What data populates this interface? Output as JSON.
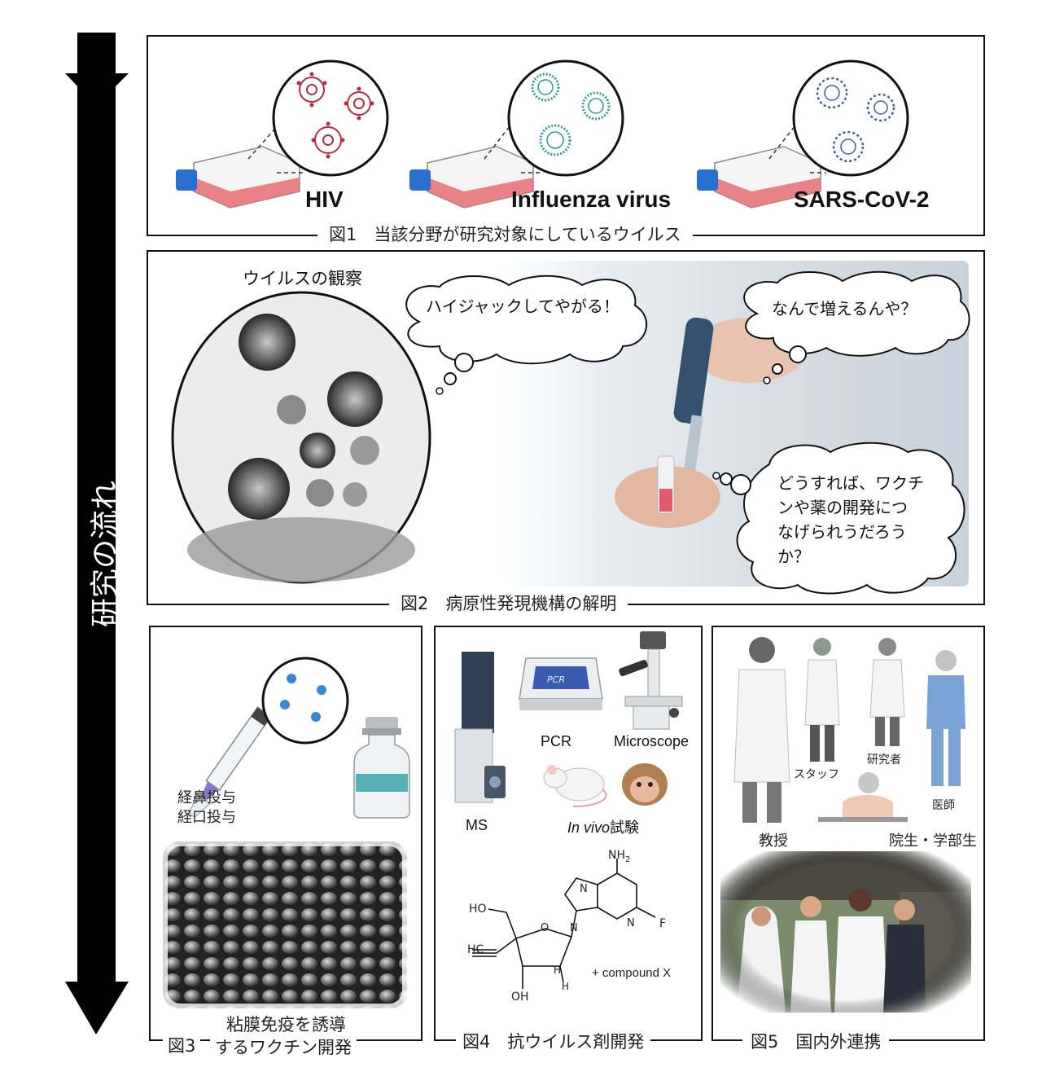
{
  "flow": {
    "label": "研究の流れ"
  },
  "fig1": {
    "caption": "図1　当該分野が研究対象にしているウイルス",
    "viruses": [
      "HIV",
      "Influenza virus",
      "SARS-CoV-2"
    ]
  },
  "fig2": {
    "caption": "図2　病原性発現機構の解明",
    "observation_label": "ウイルスの観察",
    "bubbles": {
      "hijack": "ハイジャックしてやがる！",
      "why": "なんで増えるんや？",
      "vaccine_lines": [
        "どうすれば、ワクチ",
        "ンや薬の開発につ",
        "なげられうだろう",
        "か？"
      ]
    }
  },
  "fig3": {
    "caption_prefix": "図3",
    "caption_lines": [
      "粘膜免疫を誘導",
      "するワクチン開発"
    ],
    "route_lines": [
      "経鼻投与",
      "経口投与"
    ]
  },
  "fig4": {
    "caption": "図4　抗ウイルス剤開発",
    "labels": {
      "pcr": "PCR",
      "microscope": "Microscope",
      "ms": "MS",
      "invivo_italic": "In vivo",
      "invivo_rest": "試験"
    },
    "pcr_screen": "PCR",
    "chem": {
      "nh2": "NH",
      "nh2_sub": "2",
      "f": "F",
      "ho": "HO",
      "oh": "OH",
      "hc": "HC",
      "o": "O",
      "n": "N",
      "h": "H",
      "compound": "+ compound X"
    }
  },
  "fig5": {
    "caption": "図5　国内外連携",
    "roles": {
      "professor": "教授",
      "staff": "スタッフ",
      "researcher": "研究者",
      "doctor": "医師",
      "students": "院生・学部生"
    }
  },
  "colors": {
    "hiv": "#b03040",
    "flu": "#2a9a9a",
    "sars": "#3a5cb0",
    "flask": "#e8757a",
    "cap": "#2a6fd0"
  }
}
